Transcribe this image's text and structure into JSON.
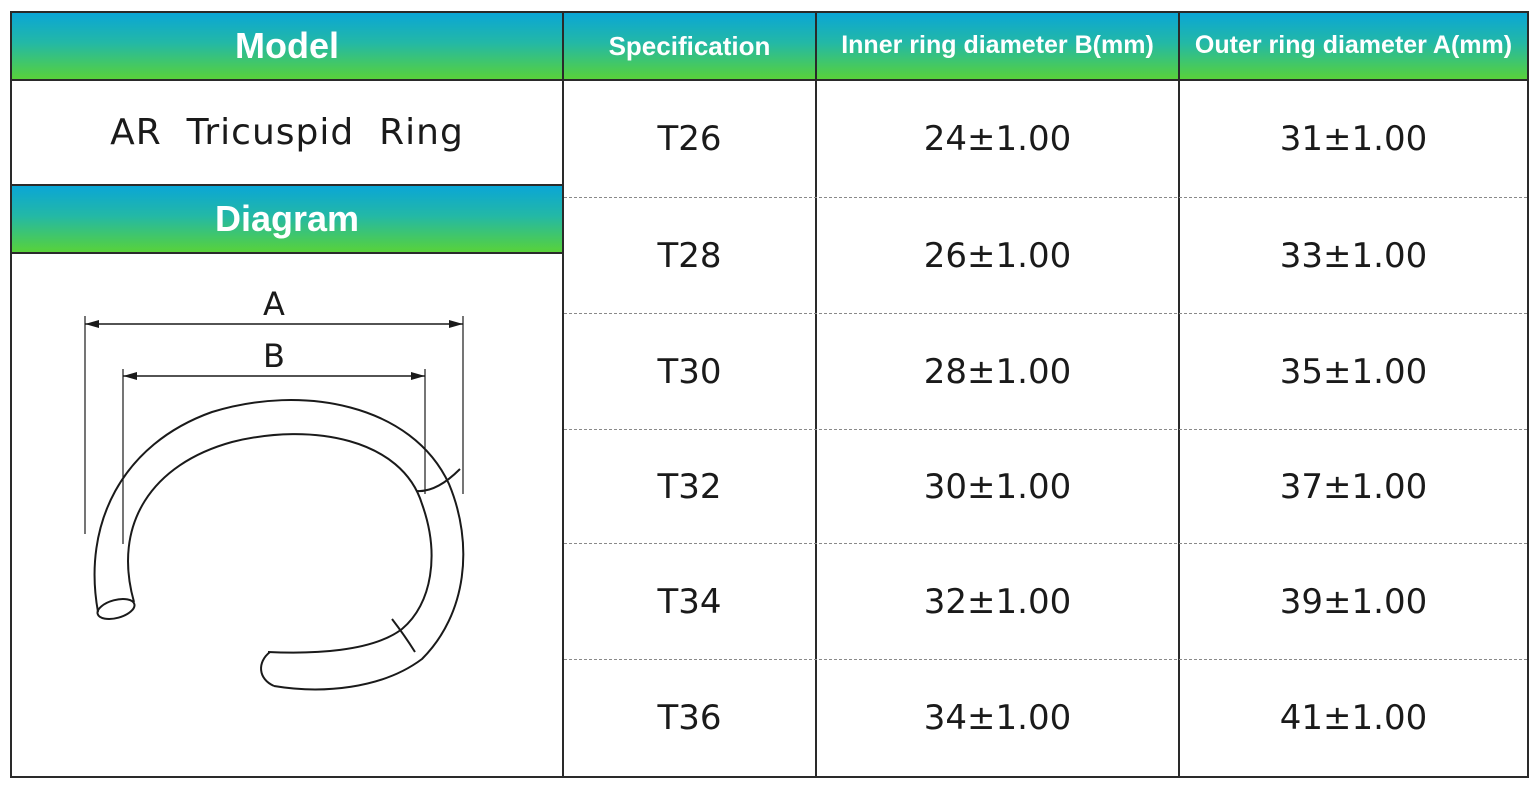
{
  "headers": {
    "model": "Model",
    "specification": "Specification",
    "inner": "Inner ring diameter B(mm)",
    "outer": "Outer ring diameter A(mm)",
    "diagram": "Diagram"
  },
  "model_name": "AR  Tricuspid  Ring",
  "diagram_labels": {
    "a": "A",
    "b": "B"
  },
  "rows": [
    {
      "spec": "T26",
      "inner": "24±1.00",
      "outer": "31±1.00"
    },
    {
      "spec": "T28",
      "inner": "26±1.00",
      "outer": "33±1.00"
    },
    {
      "spec": "T30",
      "inner": "28±1.00",
      "outer": "35±1.00"
    },
    {
      "spec": "T32",
      "inner": "30±1.00",
      "outer": "37±1.00"
    },
    {
      "spec": "T34",
      "inner": "32±1.00",
      "outer": "39±1.00"
    },
    {
      "spec": "T36",
      "inner": "34±1.00",
      "outer": "41±1.00"
    }
  ],
  "colors": {
    "header_top": "#0aa6d6",
    "header_bottom": "#58d23a",
    "border": "#2a2a2a"
  }
}
